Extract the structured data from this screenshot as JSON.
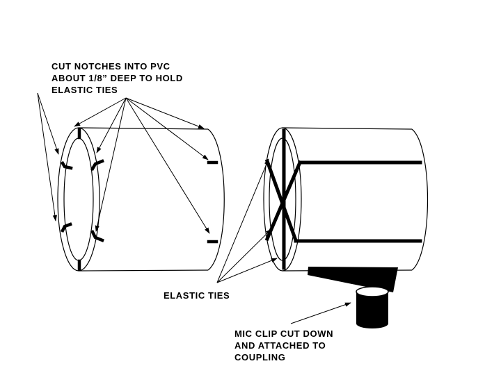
{
  "labels": {
    "notches": [
      "CUT NOTCHES INTO PVC",
      "ABOUT 1/8” DEEP TO HOLD",
      "ELASTIC TIES"
    ],
    "elastic_ties": "ELASTIC TIES",
    "mic_clip": [
      "MIC CLIP CUT DOWN",
      "AND ATTACHED TO",
      "COUPLING"
    ]
  },
  "colors": {
    "ink": "#000000",
    "background": "#ffffff"
  }
}
